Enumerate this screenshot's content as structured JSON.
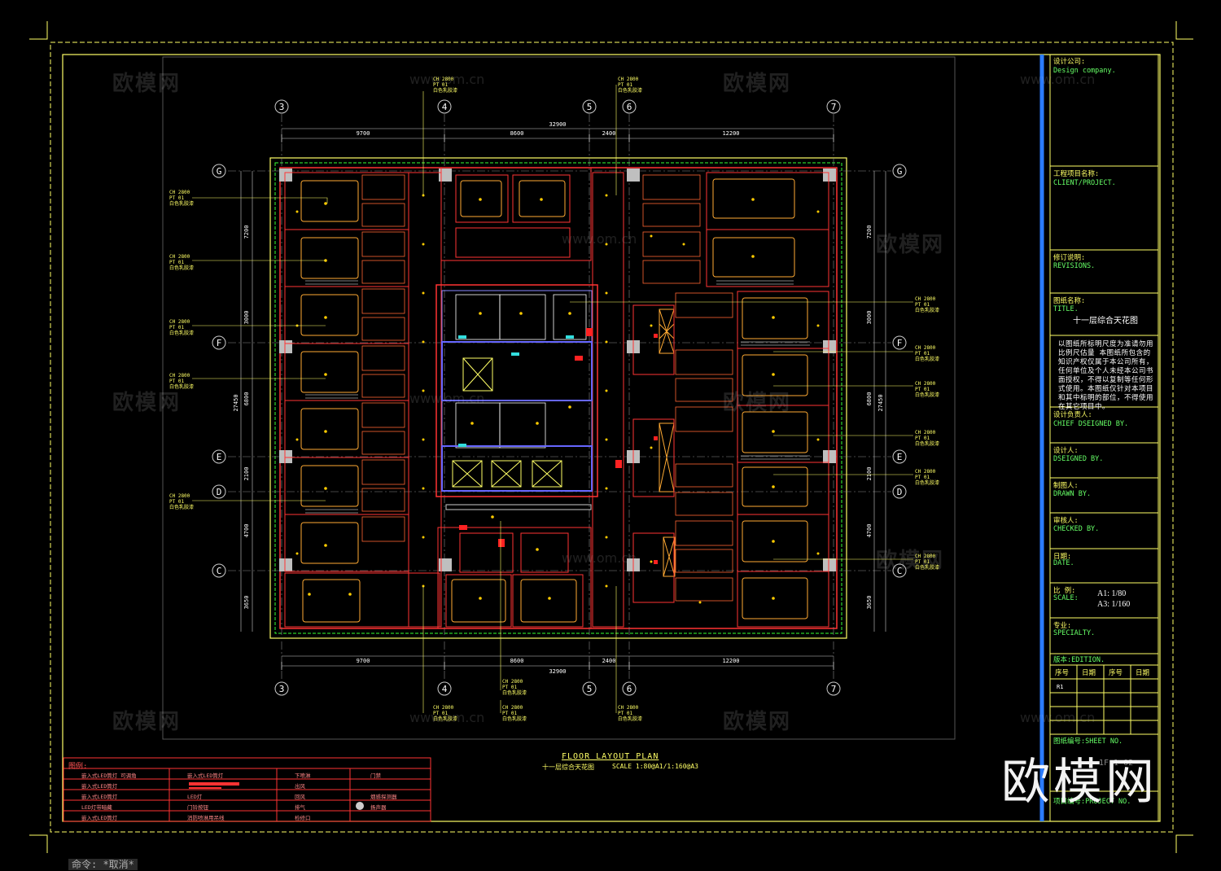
{
  "watermark": {
    "brand": "欧模网",
    "url": "www.om.cn"
  },
  "title_block": {
    "design_company_cn": "设计公司:",
    "design_company_en": "Design company.",
    "client_cn": "工程项目名称:",
    "client_en": "CLIENT/PROJECT.",
    "revisions_cn": "修订说明:",
    "revisions_en": "REVISIONS.",
    "title_cn": "图纸名称:",
    "title_en": "TITLE.",
    "title_value": "十一层综合天花图",
    "note": "以图纸所标明尺度为准请勿用比例尺估量 本图纸所包含的知识产权仅属于本公司所有，任何单位及个人未经本公司书面授权，不得以复制等任何形式使用。本图纸仅针对本项目和其中标明的部位，不得使用在其它项目中。",
    "chief_cn": "设计负责人:",
    "chief_en": "CHIEF DSEIGNED BY.",
    "designed_cn": "设计人:",
    "designed_en": "DSEIGNED BY.",
    "drawn_cn": "制图人:",
    "drawn_en": "DRAWN BY.",
    "checked_cn": "审核人:",
    "checked_en": "CHECKED BY.",
    "date_cn": "日期:",
    "date_en": "DATE.",
    "scale_cn": "比  例:",
    "scale_en": "SCALE:",
    "scale_a1": "A1: 1/80",
    "scale_a3": "A3: 1/160",
    "specialty_cn": "专业:",
    "specialty_en": "SPECIALTY.",
    "edition": "版本:EDITION.",
    "edition_cols": [
      "序号",
      "日期",
      "序号",
      "日期"
    ],
    "edition_row1": "R1",
    "sheet_no": "图纸编号:SHEET NO.",
    "sheet_value": "1F-1-02",
    "project_no": "项目编号:PROJECT NO."
  },
  "plan": {
    "title": "FLOOR LAYOUT PLAN",
    "subtitle": "十一层综合天花图",
    "scale": "SCALE 1:80@A1/1:160@A3",
    "grid_cols": [
      "3",
      "4",
      "5",
      "6",
      "7"
    ],
    "grid_rows": [
      "G",
      "F",
      "E",
      "D",
      "C"
    ],
    "dims_top": [
      "9700",
      "8600",
      "2400",
      "12200"
    ],
    "dim_total": "32900",
    "dims_left": [
      "7200",
      "3000",
      "6800",
      "2100",
      "4700",
      "3650"
    ],
    "dim_left_total": "27450",
    "dims_right": [
      "7200",
      "3000",
      "6800",
      "2100",
      "4700",
      "3650"
    ],
    "tag_lines": [
      "CH 2800",
      "PT 01",
      "白色乳胶漆"
    ]
  },
  "legend": {
    "title": "图例:",
    "items": [
      "嵌入式LED筒灯 可调角",
      "嵌入式LED筒灯",
      "嵌入式LED筒灯",
      "LED灯带暗藏",
      "嵌入式LED筒灯",
      "嵌入式LED筒灯",
      "LED灯",
      "门铃按钮",
      "消防喷淋用吊线",
      "下喷淋",
      "出风",
      "回风",
      "排气",
      "检修口",
      "门禁",
      "烟感探测器",
      "扬声器"
    ]
  },
  "command": "命令: *取消*"
}
